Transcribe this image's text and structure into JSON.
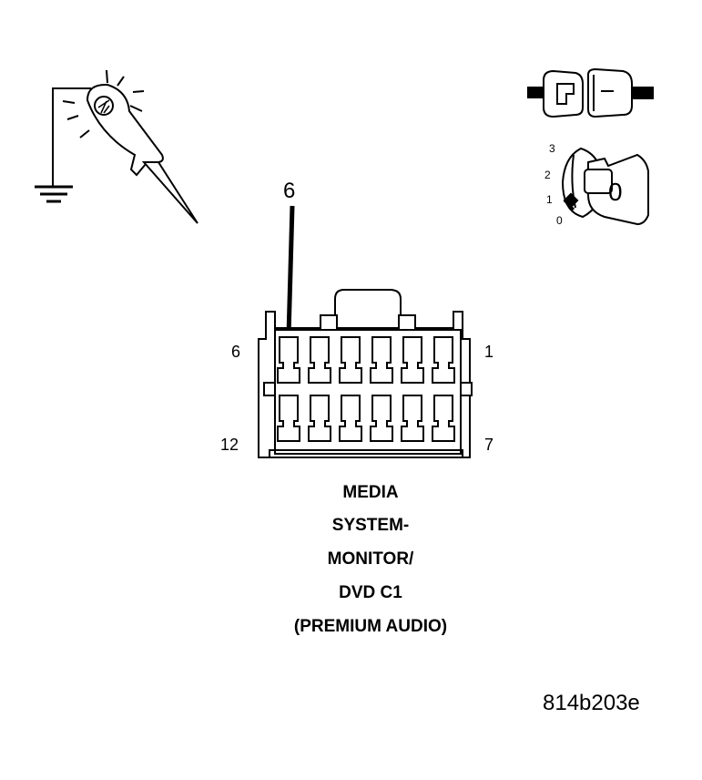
{
  "probe_pin_label": "6",
  "connector": {
    "pin_top_left": "6",
    "pin_top_right": "1",
    "pin_bottom_left": "12",
    "pin_bottom_right": "7",
    "caption_lines": [
      "MEDIA",
      "SYSTEM-",
      "MONITOR/",
      "DVD C1",
      "(PREMIUM AUDIO)"
    ]
  },
  "ignition": {
    "positions": [
      "3",
      "2",
      "1",
      "0"
    ],
    "key_position": "0"
  },
  "figure_id": "814b203e"
}
